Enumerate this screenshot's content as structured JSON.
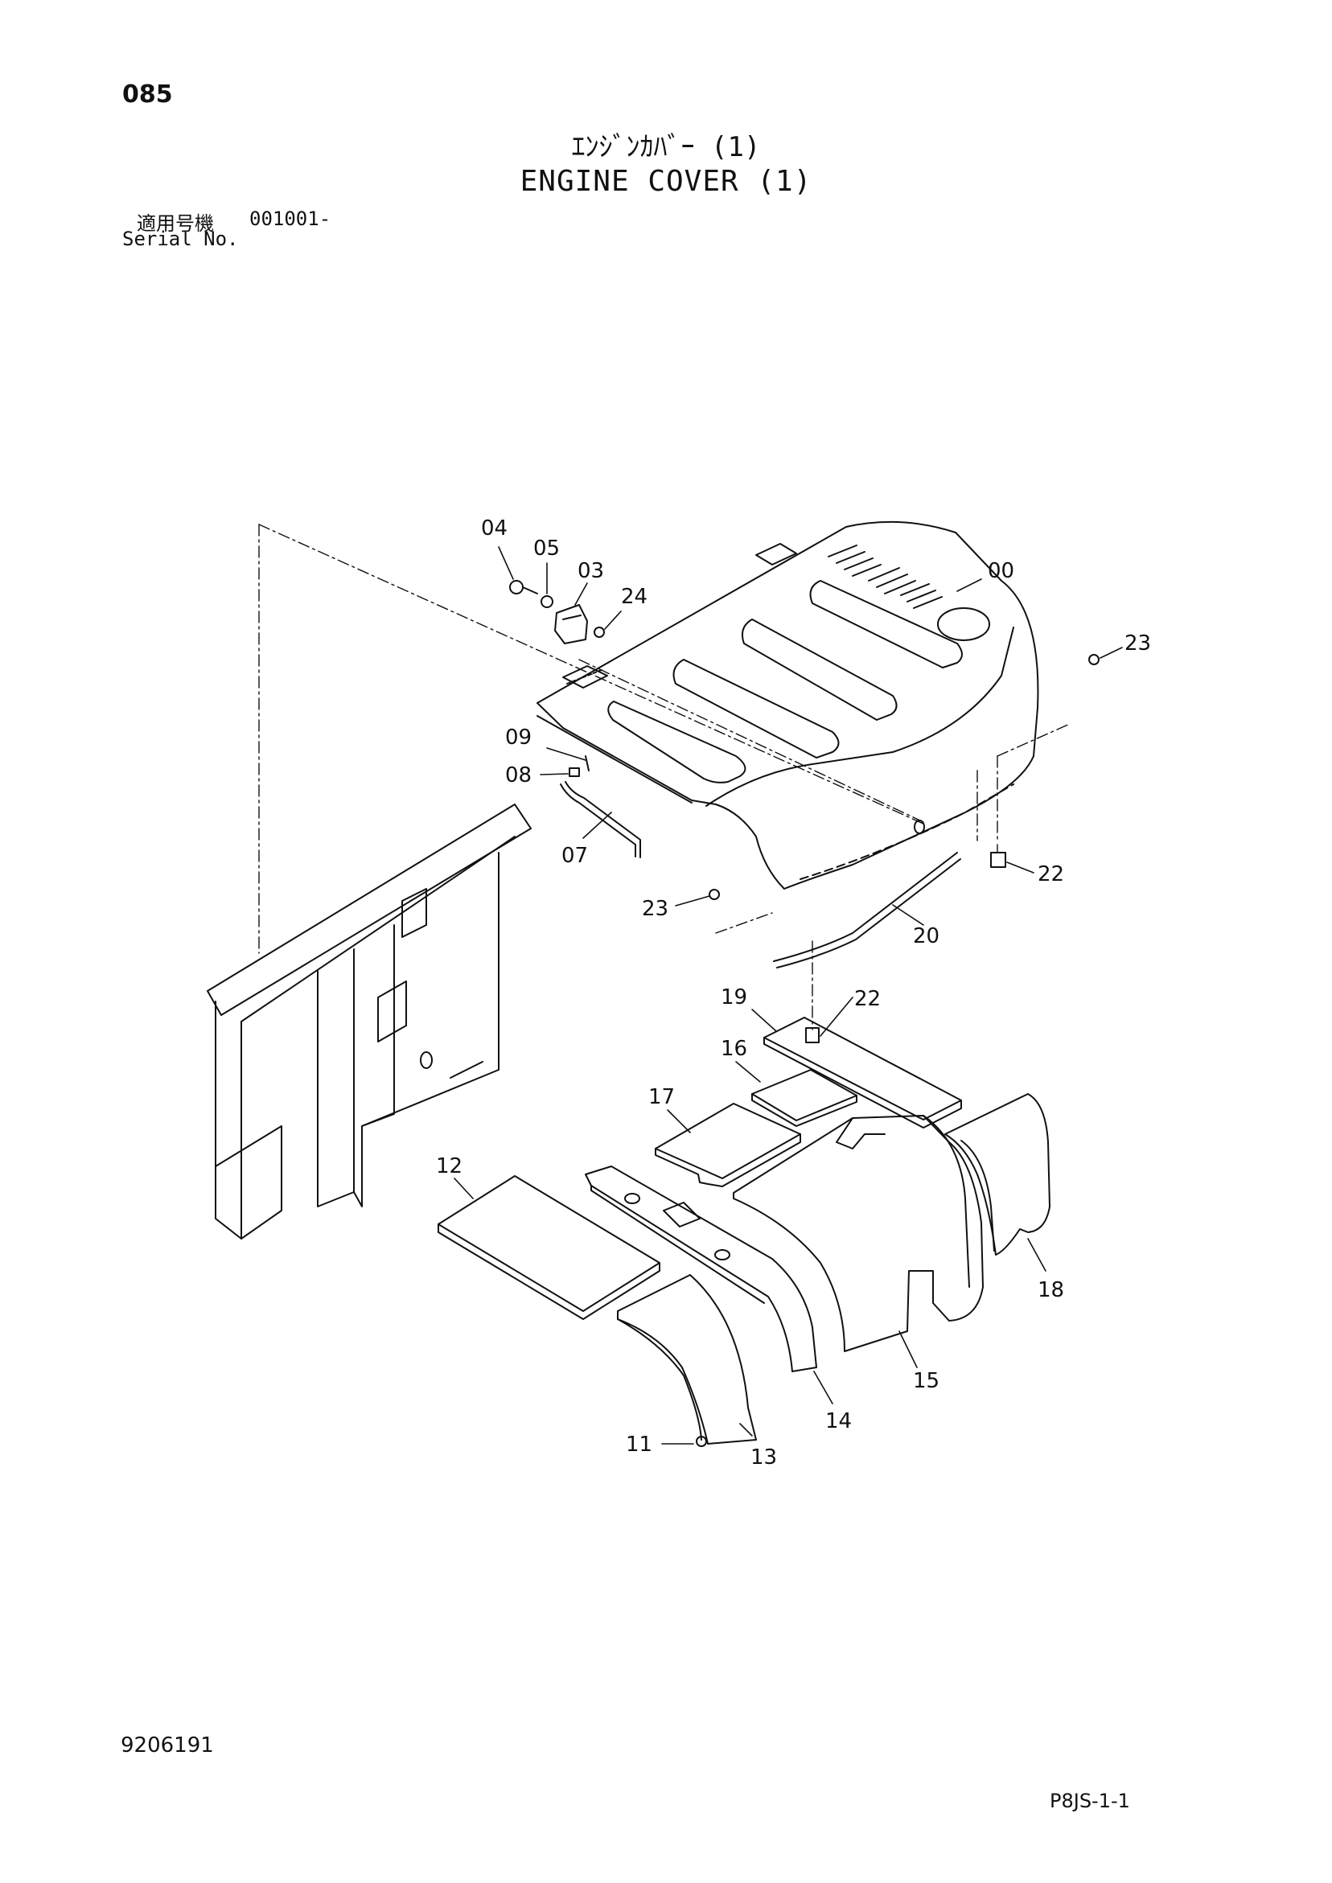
{
  "page_number": "085",
  "title_jp": "ｴﾝｼﾞﾝｶﾊﾞｰ (1)",
  "title_en": "ENGINE COVER (1)",
  "serial": {
    "label_jp": "適用号機",
    "label_en": "Serial No.",
    "range": "001001-"
  },
  "doc_number": "9206191",
  "page_code": "P8JS-1-1",
  "part_labels": {
    "p00": "00",
    "p03": "03",
    "p04": "04",
    "p05": "05",
    "p07": "07",
    "p08": "08",
    "p09": "09",
    "p11": "11",
    "p12": "12",
    "p13": "13",
    "p14": "14",
    "p15": "15",
    "p16": "16",
    "p17": "17",
    "p18": "18",
    "p19": "19",
    "p20": "20",
    "p22a": "22",
    "p22b": "22",
    "p23a": "23",
    "p23b": "23",
    "p24": "24"
  }
}
